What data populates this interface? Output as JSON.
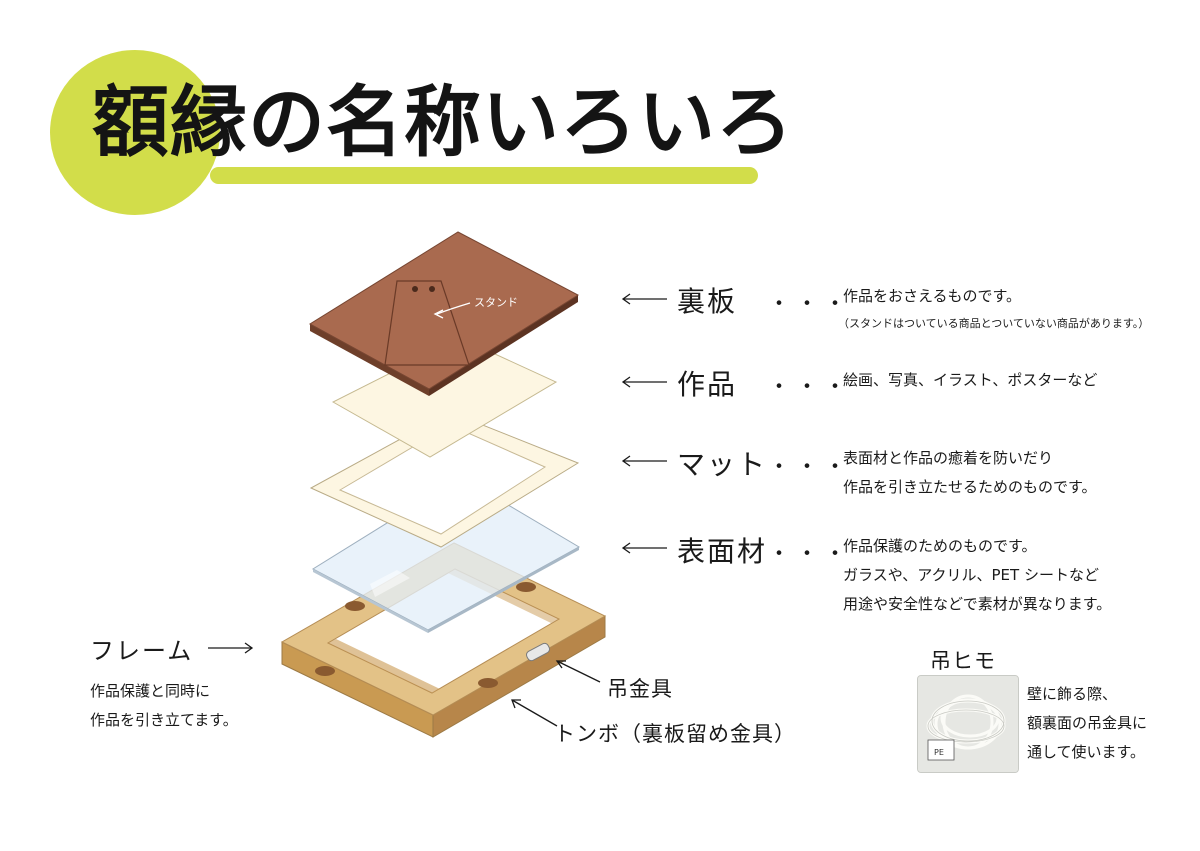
{
  "title": "額縁の名称いろいろ",
  "stand_label": "スタンド",
  "parts": [
    {
      "name": "裏板",
      "dots": "・・・",
      "lines": [
        "作品をおさえるものです。"
      ],
      "note": "（スタンドはついている商品とついていない商品があります。）"
    },
    {
      "name": "作品",
      "dots": "・・・",
      "lines": [
        "絵画、写真、イラスト、ポスターなど"
      ]
    },
    {
      "name": "マット",
      "dots": "・・・",
      "lines": [
        "表面材と作品の癒着を防いだり",
        "作品を引き立たせるためのものです。"
      ]
    },
    {
      "name": "表面材",
      "dots": "・・・",
      "lines": [
        "作品保護のためのものです。",
        "ガラスや、アクリル、PET シートなど",
        "用途や安全性などで素材が異なります。"
      ]
    }
  ],
  "frame": {
    "name": "フレーム",
    "lines": [
      "作品保護と同時に",
      "作品を引き立てます。"
    ]
  },
  "hook_label": "吊金具",
  "tonbo_label": "トンボ（裏板留め金具）",
  "cord": {
    "name": "吊ヒモ",
    "lines": [
      "壁に飾る際、",
      "額裏面の吊金具に",
      "通して使います。"
    ],
    "package_mark": "PE"
  },
  "colors": {
    "accent": "#d2dd4a",
    "back_board": "#a96a4f",
    "artwork": "#fdf6e2",
    "mat": "#fdf6e2",
    "glass": "#e3eef8",
    "frame_wood": "#e3c287"
  }
}
